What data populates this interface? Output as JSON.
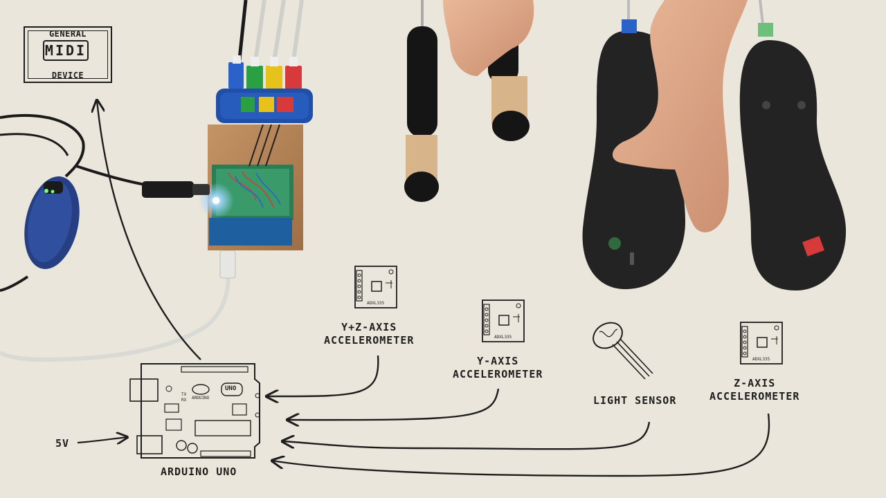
{
  "midi_device": {
    "line1": "GENERAL",
    "logo": "MIDI",
    "line2": "DEVICE"
  },
  "labels": {
    "yz_accel": [
      "Y+Z-AXIS",
      "ACCELEROMETER"
    ],
    "y_accel": [
      "Y-AXIS",
      "ACCELEROMETER"
    ],
    "light": "LIGHT SENSOR",
    "z_accel": [
      "Z-AXIS",
      "ACCELEROMETER"
    ],
    "arduino": "ARDUINO UNO",
    "power": "5V"
  },
  "sensor_chip_text": "ADXL335",
  "arduino_board": {
    "logo": "UNO",
    "brand": "ARDUINO",
    "tx": "TX",
    "rx": "RX"
  },
  "colors": {
    "background": "#ebe6db",
    "ink": "#1d1d1d",
    "hub_blue": "#1f4fa8",
    "plug_blue": "#2a62c9",
    "plug_green": "#2aa042",
    "plug_yellow": "#e6c21a",
    "plug_red": "#d63a3a",
    "insole": "#232323",
    "wood": "#b8875a",
    "led": "#9fd4ff"
  }
}
